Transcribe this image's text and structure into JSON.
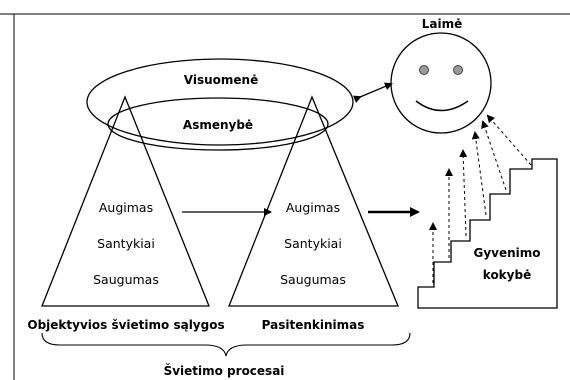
{
  "labels": {
    "happiness": "Laimė",
    "society": "Visuomenė",
    "personality": "Asmenybė",
    "quality_of_life_1": "Gyvenimo",
    "quality_of_life_2": "kokybė",
    "objective_conditions": "Objektyvios švietimo sąlygos",
    "satisfaction": "Pasitenkinimas",
    "education_processes": "Švietimo procesai"
  },
  "left_triangle_items": [
    "Augimas",
    "Santykiai",
    "Saugumas"
  ],
  "right_triangle_items": [
    "Augimas",
    "Santykiai",
    "Saugumas"
  ]
}
